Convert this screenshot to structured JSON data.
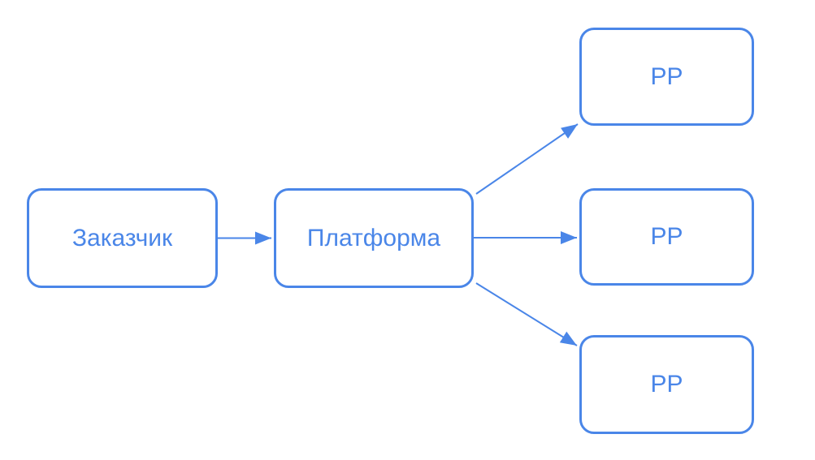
{
  "diagram": {
    "background_color": "#FFFFFF",
    "accent_color": "#4A86E8",
    "nodes": {
      "customer": {
        "label": "Заказчик"
      },
      "platform": {
        "label": "Платформа"
      },
      "pp_top": {
        "label": "РР"
      },
      "pp_middle": {
        "label": "РР"
      },
      "pp_bottom": {
        "label": "РР"
      }
    },
    "edges": [
      {
        "from": "customer",
        "to": "platform",
        "style": "arrow"
      },
      {
        "from": "platform",
        "to": "pp_top",
        "style": "arrow"
      },
      {
        "from": "platform",
        "to": "pp_middle",
        "style": "arrow"
      },
      {
        "from": "platform",
        "to": "pp_bottom",
        "style": "arrow"
      }
    ]
  }
}
